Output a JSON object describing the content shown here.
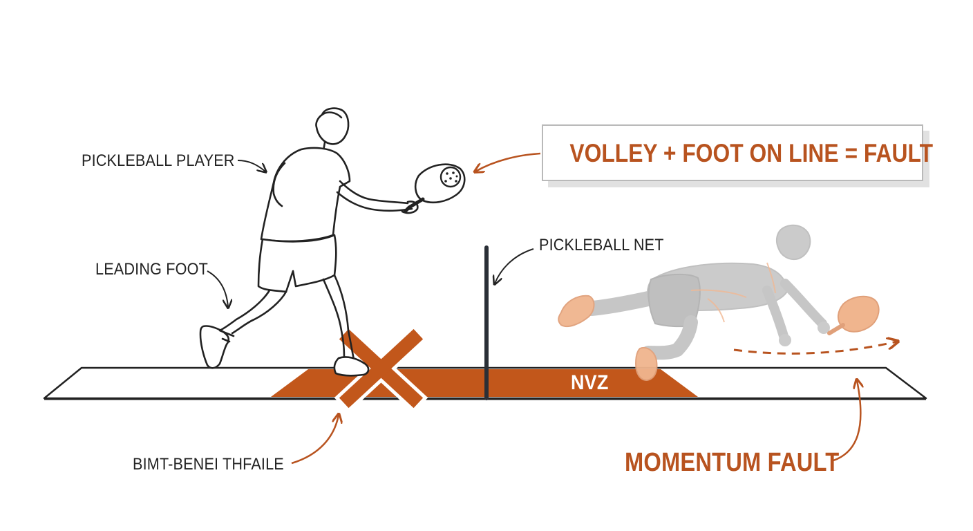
{
  "labels": {
    "player": "PICKLEBALL PLAYER",
    "leading_foot": "LEADING FOOT",
    "net": "PICKLEBALL NET",
    "bottom_left": "BIMT-BENEI THFAILE",
    "momentum": "MOMENTUM FAULT",
    "nvz": "NVZ"
  },
  "callout": {
    "text": "VOLLEY + FOOT ON LINE = FAULT"
  },
  "colors": {
    "accent": "#b8531f",
    "zone": "#c2571b",
    "ink": "#222222",
    "ghost_player": "#bfbfbf",
    "ghost_skin": "#f0b58e"
  },
  "icons": [
    "fault-x-icon",
    "pickleball-icon",
    "paddle-icon"
  ]
}
